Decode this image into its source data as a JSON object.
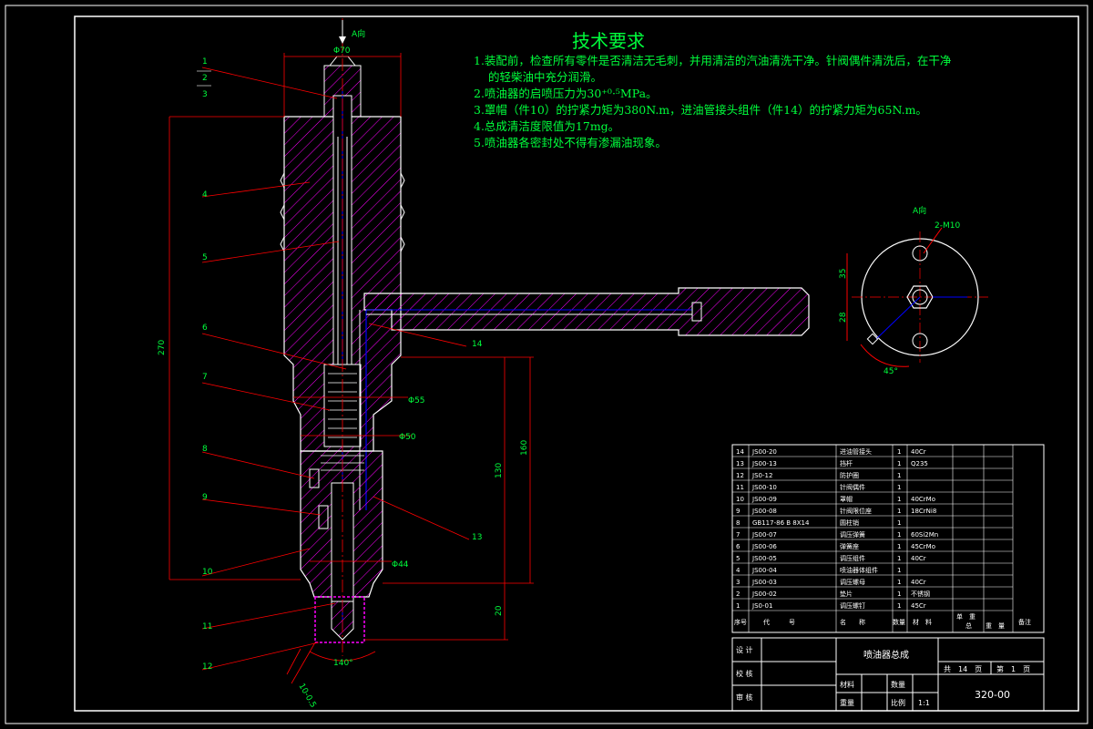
{
  "tech": {
    "title": "技术要求",
    "items": [
      "1.装配前，检查所有零件是否清洁无毛刺，并用清洁的汽油清洗干净。针阀偶件清洗后，在干净",
      "的轻柴油中充分润滑。",
      "2.喷油器的启喷压力为30⁺⁰·⁵MPa。",
      "3.罩帽（件10）的拧紧力矩为380N.m，进油管接头组件（件14）的拧紧力矩为65N.m。",
      "4.总成清洁度限值为17mg。",
      "5.喷油器各密封处不得有渗漏油现象。"
    ]
  },
  "view": {
    "a_label": "A向",
    "view_a": "A向",
    "thread": "2-M10",
    "dim_35": "35",
    "dim_28": "28",
    "angle_45": "45°"
  },
  "dims": {
    "d70": "Φ70",
    "d270": "270",
    "d55": "Φ55",
    "d50": "Φ50",
    "d44": "Φ44",
    "d160": "160",
    "d130": "130",
    "d20": "20",
    "angle140": "140°",
    "angle10": "10-0.5"
  },
  "callouts": [
    "1",
    "2",
    "3",
    "4",
    "5",
    "6",
    "7",
    "8",
    "9",
    "10",
    "11",
    "12",
    "13",
    "14"
  ],
  "bom": {
    "rows": [
      {
        "no": "14",
        "code": "JS00-20",
        "name": "进油管接头",
        "qty": "1",
        "mat": "40Cr"
      },
      {
        "no": "13",
        "code": "JS00-13",
        "name": "挡杆",
        "qty": "1",
        "mat": "Q235"
      },
      {
        "no": "12",
        "code": "JS0-12",
        "name": "防护圈",
        "qty": "1",
        "mat": ""
      },
      {
        "no": "11",
        "code": "JS00-10",
        "name": "针阀偶件",
        "qty": "1",
        "mat": ""
      },
      {
        "no": "10",
        "code": "JS00-09",
        "name": "罩帽",
        "qty": "1",
        "mat": "40CrMo"
      },
      {
        "no": "9",
        "code": "JS00-08",
        "name": "针阀限位座",
        "qty": "1",
        "mat": "18CrNi8"
      },
      {
        "no": "8",
        "code": "GB117-86 B 8X14",
        "name": "圆柱销",
        "qty": "1",
        "mat": ""
      },
      {
        "no": "7",
        "code": "JS00-07",
        "name": "调压弹簧",
        "qty": "1",
        "mat": "60Si2Mn"
      },
      {
        "no": "6",
        "code": "JS00-06",
        "name": "弹簧座",
        "qty": "1",
        "mat": "45CrMo"
      },
      {
        "no": "5",
        "code": "JS00-05",
        "name": "调压组件",
        "qty": "1",
        "mat": "40Cr"
      },
      {
        "no": "4",
        "code": "JS00-04",
        "name": "喷油器体组件",
        "qty": "1",
        "mat": ""
      },
      {
        "no": "3",
        "code": "JS00-03",
        "name": "调压螺母",
        "qty": "1",
        "mat": "40Cr"
      },
      {
        "no": "2",
        "code": "JS00-02",
        "name": "垫片",
        "qty": "1",
        "mat": "不锈钢"
      },
      {
        "no": "1",
        "code": "JS0-01",
        "name": "调压螺钉",
        "qty": "1",
        "mat": "45Cr"
      }
    ],
    "header": {
      "no": "序号",
      "code": "代　　　号",
      "name": "名　　称",
      "qty": "数量",
      "mat": "材　料",
      "unit": "单　重",
      "total": "总",
      "weight": "重　量",
      "note": "备注"
    }
  },
  "title_block": {
    "design": "设 计",
    "check": "校 核",
    "review": "审 核",
    "part_name": "喷油器总成",
    "material": "材料",
    "quantity": "数量",
    "weight": "重量",
    "scale_label": "比例",
    "scale": "1:1",
    "sheets": "共　14　页",
    "sheet": "第　1　页",
    "drawing_no": "320-00"
  },
  "colors": {
    "hatch": "#ff00ff",
    "outline": "#ffffff",
    "leader": "#ff0000",
    "dim": "#ff0000",
    "text_green": "#00ff3c",
    "channel": "#0000ff",
    "callout": "#00ff3c"
  }
}
